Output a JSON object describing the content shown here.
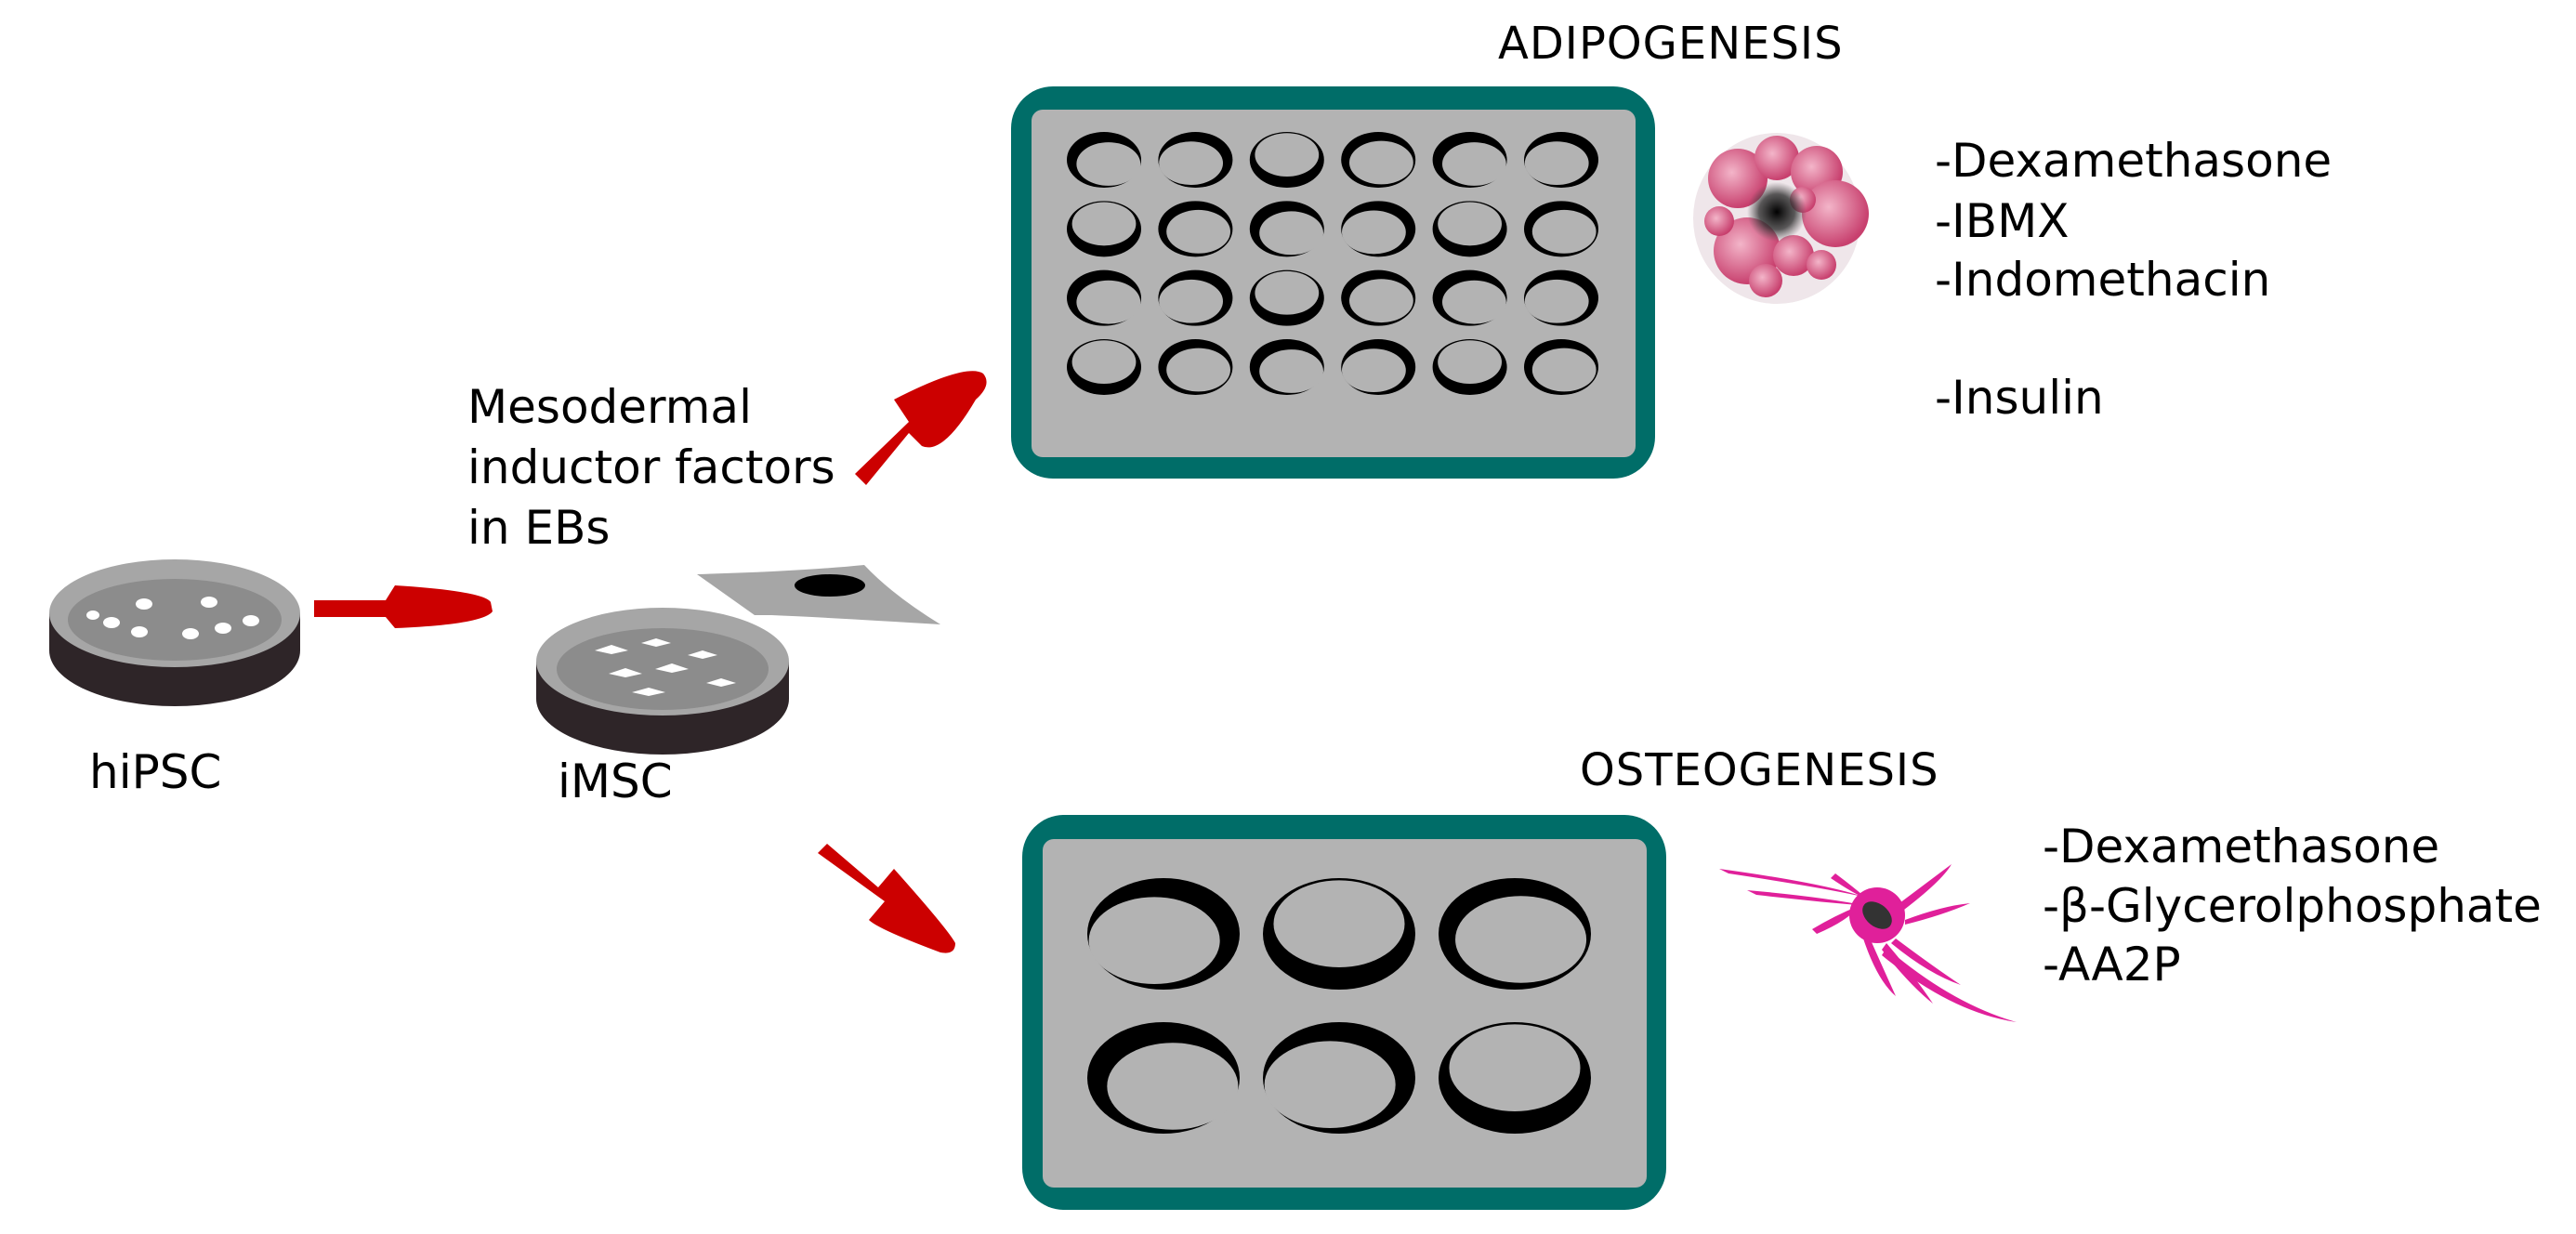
{
  "labels": {
    "hipsc": "hiPSC",
    "imsc": "iMSC",
    "inductor": [
      "Mesodermal",
      "inductor factors",
      "in EBs"
    ]
  },
  "adipogenesis": {
    "title": "ADIPOGENESIS",
    "factors": [
      "-Dexamethasone",
      "-IBMX",
      "-Indomethacin",
      "-Insulin"
    ],
    "plate_rows": 4,
    "plate_cols": 6
  },
  "osteogenesis": {
    "title": "OSTEOGENESIS",
    "factors": [
      "-Dexamethasone",
      "-β-Glycerolphosphate",
      "-AA2P"
    ],
    "plate_rows": 2,
    "plate_cols": 3
  },
  "colors": {
    "plate_frame": "#006d68",
    "plate_fill": "#b3b3b3",
    "arrow": "#cc0000",
    "dish_base": "#2e2528",
    "dish_top": "#a6a6a6",
    "dish_inner": "#8c8c8c",
    "adipocyte": "#d9507e",
    "osteocyte": "#e0209a"
  }
}
